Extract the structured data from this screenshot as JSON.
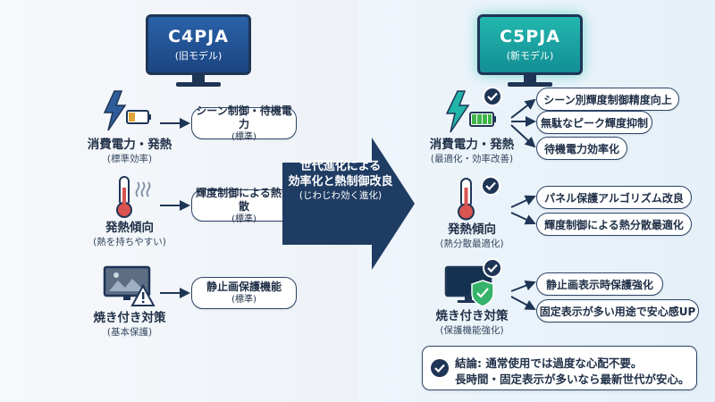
{
  "left": {
    "tv_name": "C4PJA",
    "tv_sub": "(旧モデル)",
    "rows": [
      {
        "title": "消費電力・発熱",
        "sub": "(標準効率)",
        "pill_title": "シーン制御・待機電力",
        "pill_sub": "(標準)",
        "icon": "lightning-battery-icon"
      },
      {
        "title": "発熱傾向",
        "sub": "(熱を持ちやすい)",
        "pill_title": "輝度制御による熱分散",
        "pill_sub": "(標準)",
        "icon": "thermometer-icon"
      },
      {
        "title": "焼き付き対策",
        "sub": "(基本保護)",
        "pill_title": "静止画保護機能",
        "pill_sub": "(標準)",
        "icon": "monitor-warning-icon"
      }
    ]
  },
  "arrow": {
    "line1": "世代進化による",
    "line2": "効率化と熱制御改良",
    "line3": "(じわじわ効く進化)"
  },
  "right": {
    "tv_name": "C5PJA",
    "tv_sub": "(新モデル)",
    "rows": [
      {
        "title": "消費電力・発熱",
        "sub": "(最適化・効率改善)",
        "icon": "lightning-battery-icon",
        "items": [
          "シーン別輝度制御精度向上",
          "無駄なピーク輝度抑制",
          "待機電力効率化"
        ]
      },
      {
        "title": "発熱傾向",
        "sub": "(熱分散最適化)",
        "icon": "thermometer-icon",
        "items": [
          "パネル保護アルゴリズム改良",
          "輝度制御による熱分散最適化"
        ]
      },
      {
        "title": "焼き付き対策",
        "sub": "(保護機能強化)",
        "icon": "monitor-shield-icon",
        "items": [
          "静止画表示時保護強化",
          "固定表示が多い用途で安心感UP"
        ]
      }
    ]
  },
  "conclusion": {
    "line1": "結論: 通常使用では過度な心配不要。",
    "line2": "長時間・固定表示が多いなら最新世代が安心。"
  },
  "colors": {
    "navy": "#1f3556",
    "old_screen": "#1d4f8f",
    "new_screen": "#19a4a0",
    "arrow": "#1f3c63"
  }
}
